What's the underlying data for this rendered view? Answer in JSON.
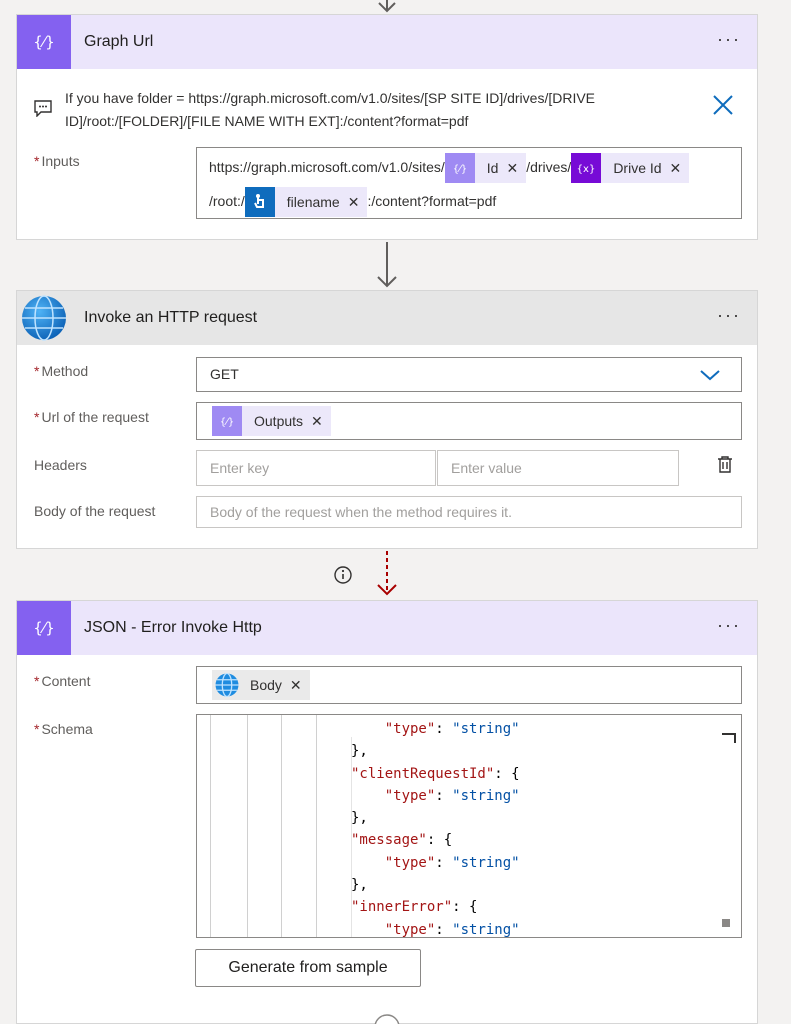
{
  "graph_card": {
    "title": "Graph Url",
    "note": "If you have folder = https://graph.microsoft.com/v1.0/sites/[SP SITE ID]/drives/[DRIVE ID]/root:/[FOLDER]/[FILE NAME WITH EXT]:/content?format=pdf",
    "inputs_label": "Inputs",
    "inputs": {
      "seg1": "https://graph.microsoft.com/v1.0/sites/",
      "token_id": "Id",
      "seg2": "/drives/",
      "token_drive": "Drive Id",
      "seg3": "/root:/",
      "token_filename": "filename",
      "seg4": ":/content?format=pdf"
    }
  },
  "http_card": {
    "title": "Invoke an HTTP request",
    "method_label": "Method",
    "method_value": "GET",
    "url_label": "Url of the request",
    "url_token": "Outputs",
    "headers_label": "Headers",
    "key_placeholder": "Enter key",
    "value_placeholder": "Enter value",
    "body_label": "Body of the request",
    "body_placeholder": "Body of the request when the method requires it."
  },
  "json_card": {
    "title": "JSON - Error Invoke Http",
    "content_label": "Content",
    "content_token": "Body",
    "schema_label": "Schema",
    "generate_button": "Generate from sample",
    "schema_lines": [
      {
        "indent": "    ",
        "key": "\"type\"",
        "sep": ": ",
        "value": "\"string\"",
        "end": ""
      },
      {
        "indent": "",
        "key": "",
        "sep": "",
        "value": "",
        "end": "},"
      },
      {
        "indent": "",
        "key": "\"clientRequestId\"",
        "sep": ": {",
        "value": "",
        "end": ""
      },
      {
        "indent": "    ",
        "key": "\"type\"",
        "sep": ": ",
        "value": "\"string\"",
        "end": ""
      },
      {
        "indent": "",
        "key": "",
        "sep": "",
        "value": "",
        "end": "},"
      },
      {
        "indent": "",
        "key": "\"message\"",
        "sep": ": {",
        "value": "",
        "end": ""
      },
      {
        "indent": "    ",
        "key": "\"type\"",
        "sep": ": ",
        "value": "\"string\"",
        "end": ""
      },
      {
        "indent": "",
        "key": "",
        "sep": "",
        "value": "",
        "end": "},"
      },
      {
        "indent": "",
        "key": "\"innerError\"",
        "sep": ": {",
        "value": "",
        "end": ""
      },
      {
        "indent": "    ",
        "key": "\"type\"",
        "sep": ": ",
        "value": "\"string\"",
        "end": ""
      }
    ]
  },
  "icons": {
    "variable": "variable-icon",
    "comment": "comment-icon",
    "close": "close-icon",
    "globe": "globe-icon",
    "chevron": "chevron-down-icon",
    "delete": "delete-icon",
    "info": "info-icon",
    "touch": "manual-trigger-icon"
  },
  "colors": {
    "accent_purple": "#8461f0",
    "token_dark_purple": "#770bd6",
    "blue": "#0f6cbd",
    "error_arrow": "#a80000"
  }
}
